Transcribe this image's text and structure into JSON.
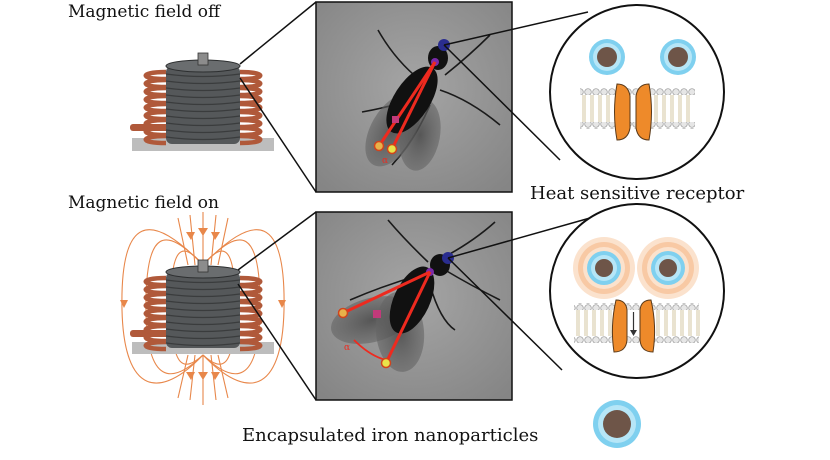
{
  "labels": {
    "field_off": "Magnetic field off",
    "field_on": "Magnetic field on",
    "receptor": "Heat sensitive receptor",
    "nanoparticles": "Encapsulated iron nanoparticles"
  },
  "photo_markers": {
    "top": {
      "angle_symbol": "α"
    },
    "bottom": {
      "angle_symbol": "α"
    }
  },
  "colors": {
    "coil_copper": "#b0593a",
    "coil_core": "#55585a",
    "field_lines": "#e8874a",
    "channel": "#ee8a2a",
    "nanoparticle_core": "#6e5548",
    "nanoparticle_shell": "#7fd0ef",
    "heat_glow": "#f8c9a4",
    "tracking_line": "#ee2a1f"
  },
  "icons": [
    "coil-icon",
    "fly-photo",
    "membrane-icon",
    "nanoparticle-icon"
  ]
}
